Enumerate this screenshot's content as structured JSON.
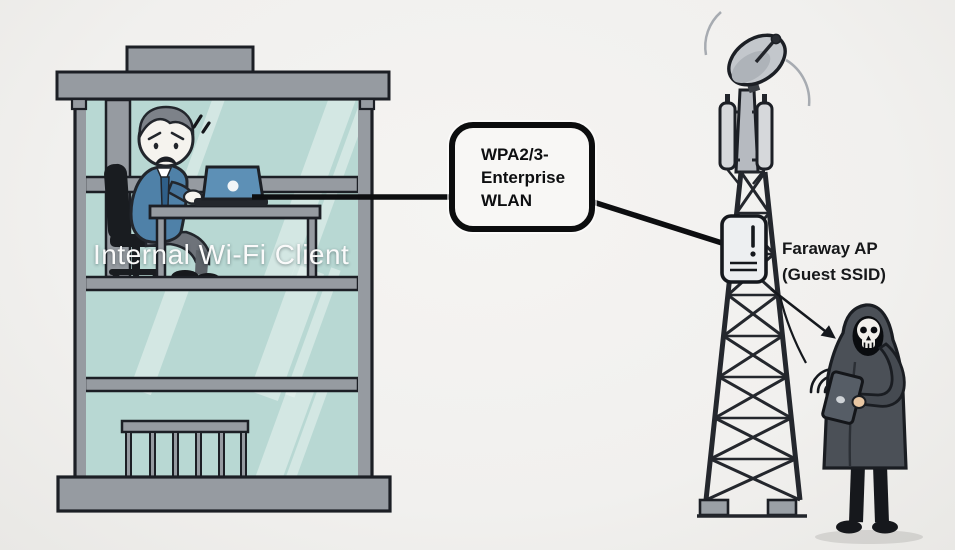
{
  "labels": {
    "internal_client": "Internal Wi-Fi Client",
    "wlan_box": "WPA2/3-\nEnterprise\nWLAN",
    "faraway_ap": "Faraway AP\n(Guest SSID)"
  },
  "colors": {
    "background": "#f1f0ee",
    "outline": "#1c1f25",
    "building_glass": "#b8d8d3",
    "building_frame": "#969ba1",
    "glass_reflection": "#eaf4f0",
    "connector": "#0d0e10",
    "laptop_screen": "#5d90b6",
    "suit_blue": "#4f81a8",
    "hacker_coat": "#4b5057",
    "metal_light": "#d6d8db",
    "skin": "#f5f3ee",
    "label_white": "#fafafa",
    "label_black": "#17181a"
  }
}
